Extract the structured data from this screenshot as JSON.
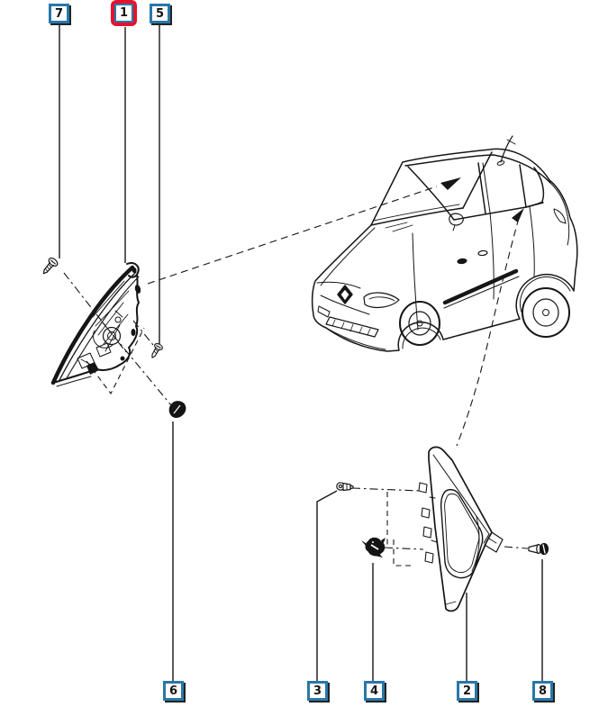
{
  "document": {
    "type": "vehicle-parts-exploded-diagram",
    "background": "#ffffff"
  },
  "colors": {
    "callout_border": "#2878a8",
    "callout_highlight": "#e8112d",
    "callout_text": "#141414",
    "line": "#161616"
  },
  "callouts": {
    "top": [
      {
        "label": "7",
        "highlighted": false
      },
      {
        "label": "1",
        "highlighted": true
      },
      {
        "label": "5",
        "highlighted": false
      }
    ],
    "bottom": [
      {
        "label": "6",
        "highlighted": false
      },
      {
        "label": "3",
        "highlighted": false
      },
      {
        "label": "4",
        "highlighted": false
      },
      {
        "label": "2",
        "highlighted": false
      },
      {
        "label": "8",
        "highlighted": false
      }
    ]
  },
  "illustration": {
    "vehicle_drawing": "hatchback-line-drawing-front-left-three-quarter-view",
    "exploded_parts": [
      "mirror-base-trim-assembly",
      "quarter-window-trim-panel"
    ],
    "fasteners": [
      "screw-7",
      "screw-5",
      "clip-6",
      "clip-3",
      "grommet-4",
      "screw-8"
    ]
  }
}
